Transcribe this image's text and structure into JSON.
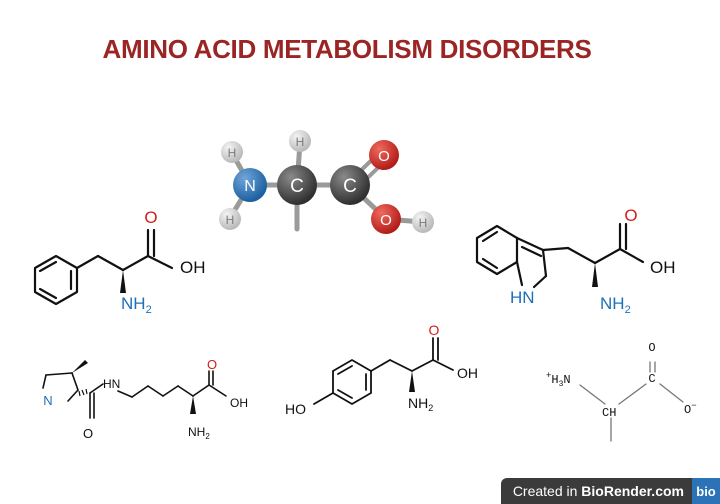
{
  "title": "AMINO ACID METABOLISM DISORDERS",
  "atoms": {
    "h": "H",
    "n": "N",
    "c": "C",
    "o": "O"
  },
  "labels": {
    "oh": "OH",
    "ho": "HO",
    "n_letter": "N",
    "hn": "HN",
    "h_letter": "H",
    "o_letter": "O",
    "o_minus": "O",
    "minus": "−",
    "plus": "+",
    "h3n": "H",
    "h3n_sub": "3",
    "h3n_n": "N",
    "ch": "CH",
    "c_letter": "C",
    "nh": "NH",
    "sub2": "2"
  },
  "credit": {
    "prefix": "Created in ",
    "brand": "BioRender.com",
    "badge": "bio"
  },
  "colors": {
    "title": "#9b2524",
    "nitrogen_blue": "#1d6fb8",
    "oxygen_red": "#d0201b",
    "carbon_grey": "#4a4a4a",
    "hydrogen_grey": "#d6d6d6"
  }
}
